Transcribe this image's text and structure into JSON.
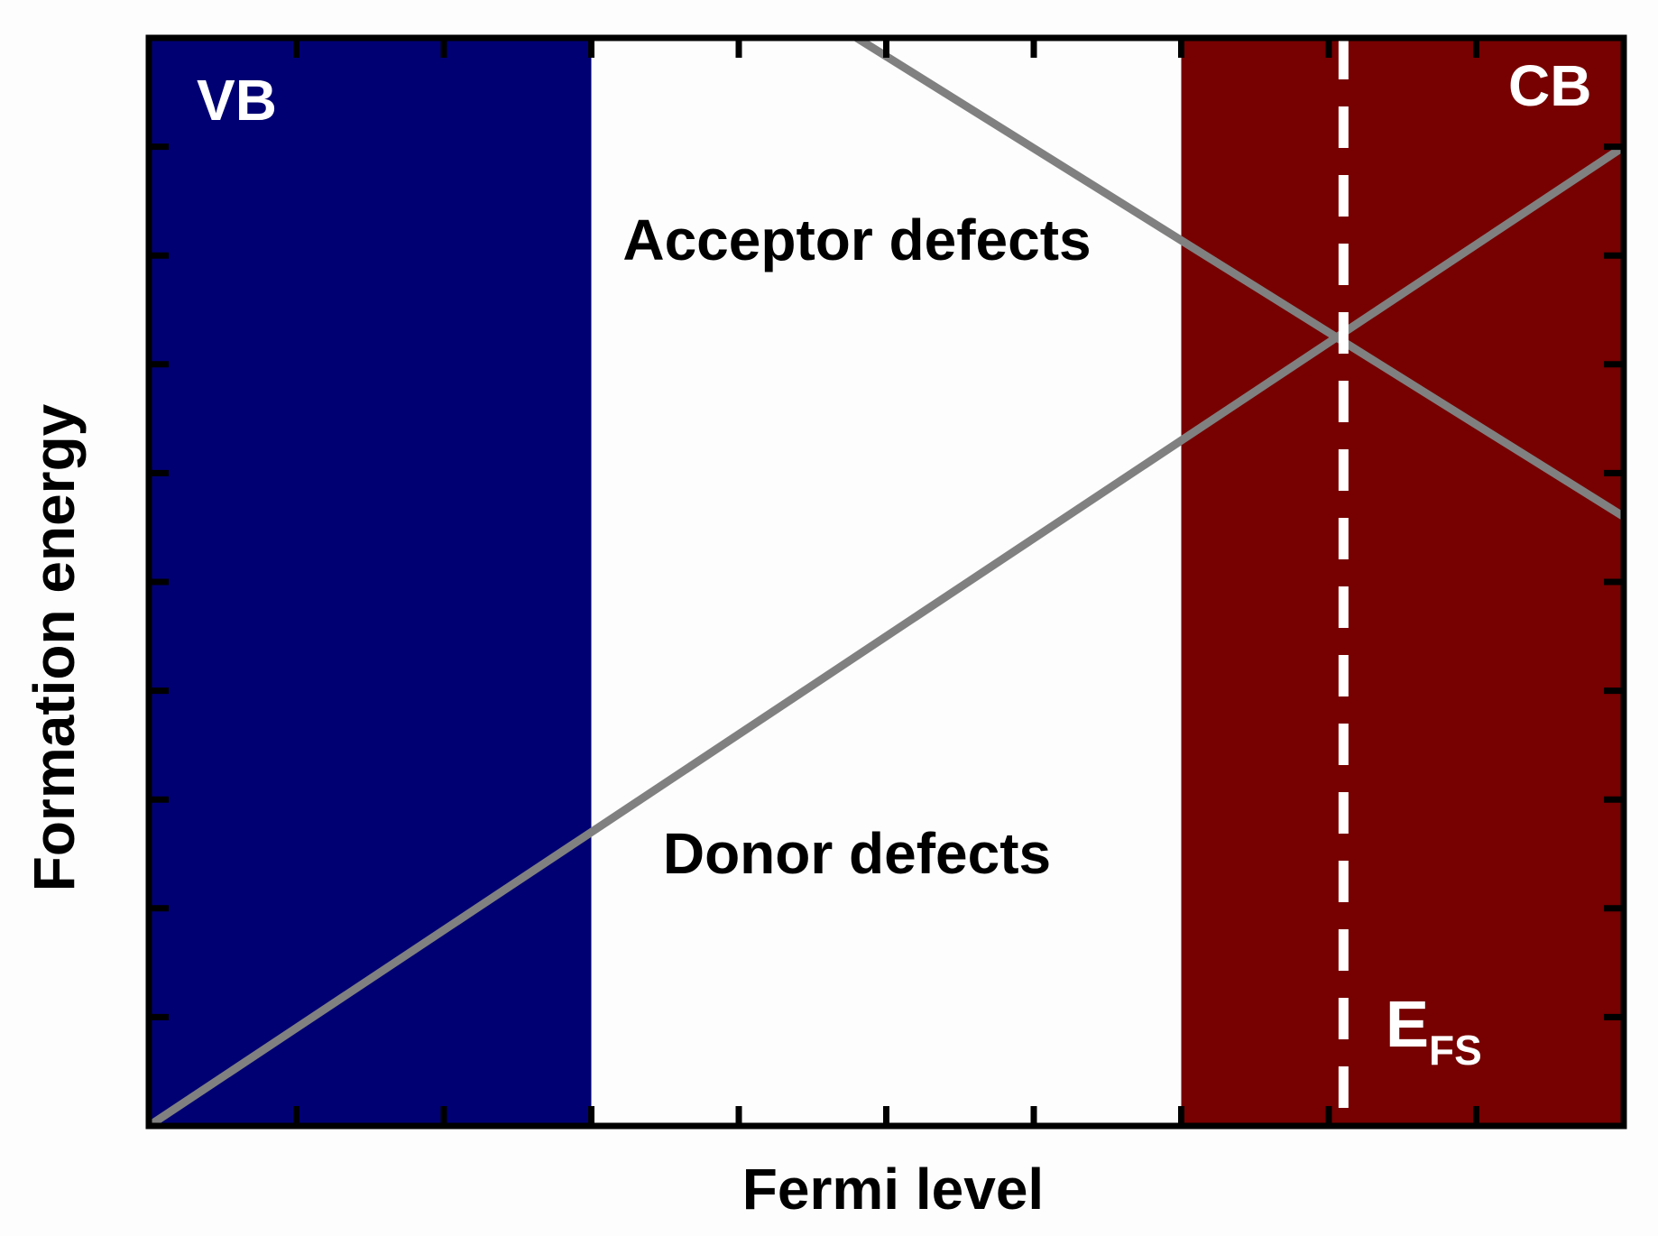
{
  "chart_data": {
    "type": "line",
    "title": "",
    "xlabel": "Fermi level",
    "ylabel": "Formation energy",
    "xlim": [
      0,
      10
    ],
    "ylim": [
      0,
      10
    ],
    "grid": false,
    "regions": [
      {
        "name": "VB",
        "label": "VB",
        "x_start": 0,
        "x_end": 3,
        "color": "#000073"
      },
      {
        "name": "gap",
        "label": "",
        "x_start": 3,
        "x_end": 7,
        "color": "#fdfdfd"
      },
      {
        "name": "CB",
        "label": "CB",
        "x_start": 7,
        "x_end": 10,
        "color": "#770000"
      }
    ],
    "series": [
      {
        "label": "Donor defects",
        "x": [
          0,
          10
        ],
        "y": [
          0,
          9
        ],
        "color": "#808080"
      },
      {
        "label": "Acceptor defects",
        "x": [
          4.8,
          10
        ],
        "y": [
          10,
          5.6
        ],
        "color": "#808080"
      }
    ],
    "annotations": [
      {
        "label": "E",
        "subscript": "FS",
        "x": 8.1,
        "style": "dashed-vertical-line",
        "color": "#ffffff"
      }
    ],
    "x_tick_count": 10,
    "y_tick_count": 10
  }
}
